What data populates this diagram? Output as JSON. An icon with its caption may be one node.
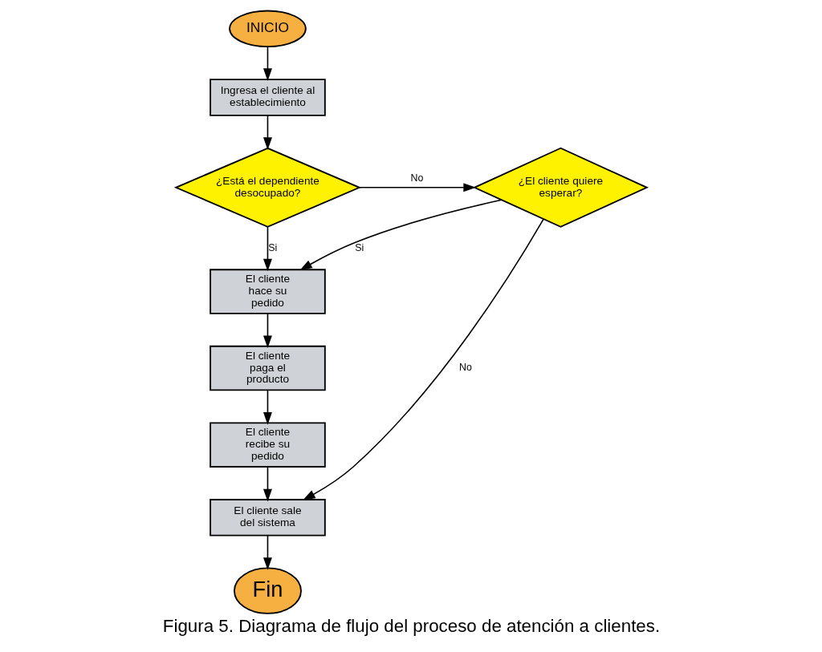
{
  "diagram": {
    "caption": "Figura 5. Diagrama de flujo del proceso de atención a clientes.",
    "nodes": [
      {
        "text": [
          "INICIO"
        ]
      },
      {
        "text": [
          "Ingresa el cliente al establecimiento"
        ]
      },
      {
        "text": [
          "¿Está el dependiente desocupado?"
        ]
      },
      {
        "text": [
          "¿El cliente quiere esperar?"
        ]
      },
      {
        "text": [
          "El cliente hace su pedido"
        ]
      },
      {
        "text": [
          "El cliente paga el producto"
        ]
      },
      {
        "text": [
          "El cliente recibe su pedido"
        ]
      },
      {
        "text": [
          "El cliente sale del sistema"
        ]
      },
      {
        "text": [
          "Fin"
        ]
      }
    ],
    "edges": [
      {
        "from": 0,
        "to": 1,
        "arrow": "to"
      },
      {
        "from": 1,
        "to": 2,
        "arrow": "to"
      },
      {
        "from": 2,
        "to": 3,
        "label": "No",
        "arrow": "to"
      },
      {
        "from": 2,
        "to": 4,
        "label": "Si",
        "arrow": "to"
      },
      {
        "from": 3,
        "to": 4,
        "label": "Si",
        "arrow": "to"
      },
      {
        "from": 4,
        "to": 5,
        "arrow": "to"
      },
      {
        "from": 5,
        "to": 6,
        "arrow": "to"
      },
      {
        "from": 6,
        "to": 7,
        "arrow": "to"
      },
      {
        "from": 3,
        "to": 7,
        "label": "No",
        "arrow": "to"
      },
      {
        "from": 7,
        "to": 8,
        "arrow": "to"
      }
    ]
  }
}
